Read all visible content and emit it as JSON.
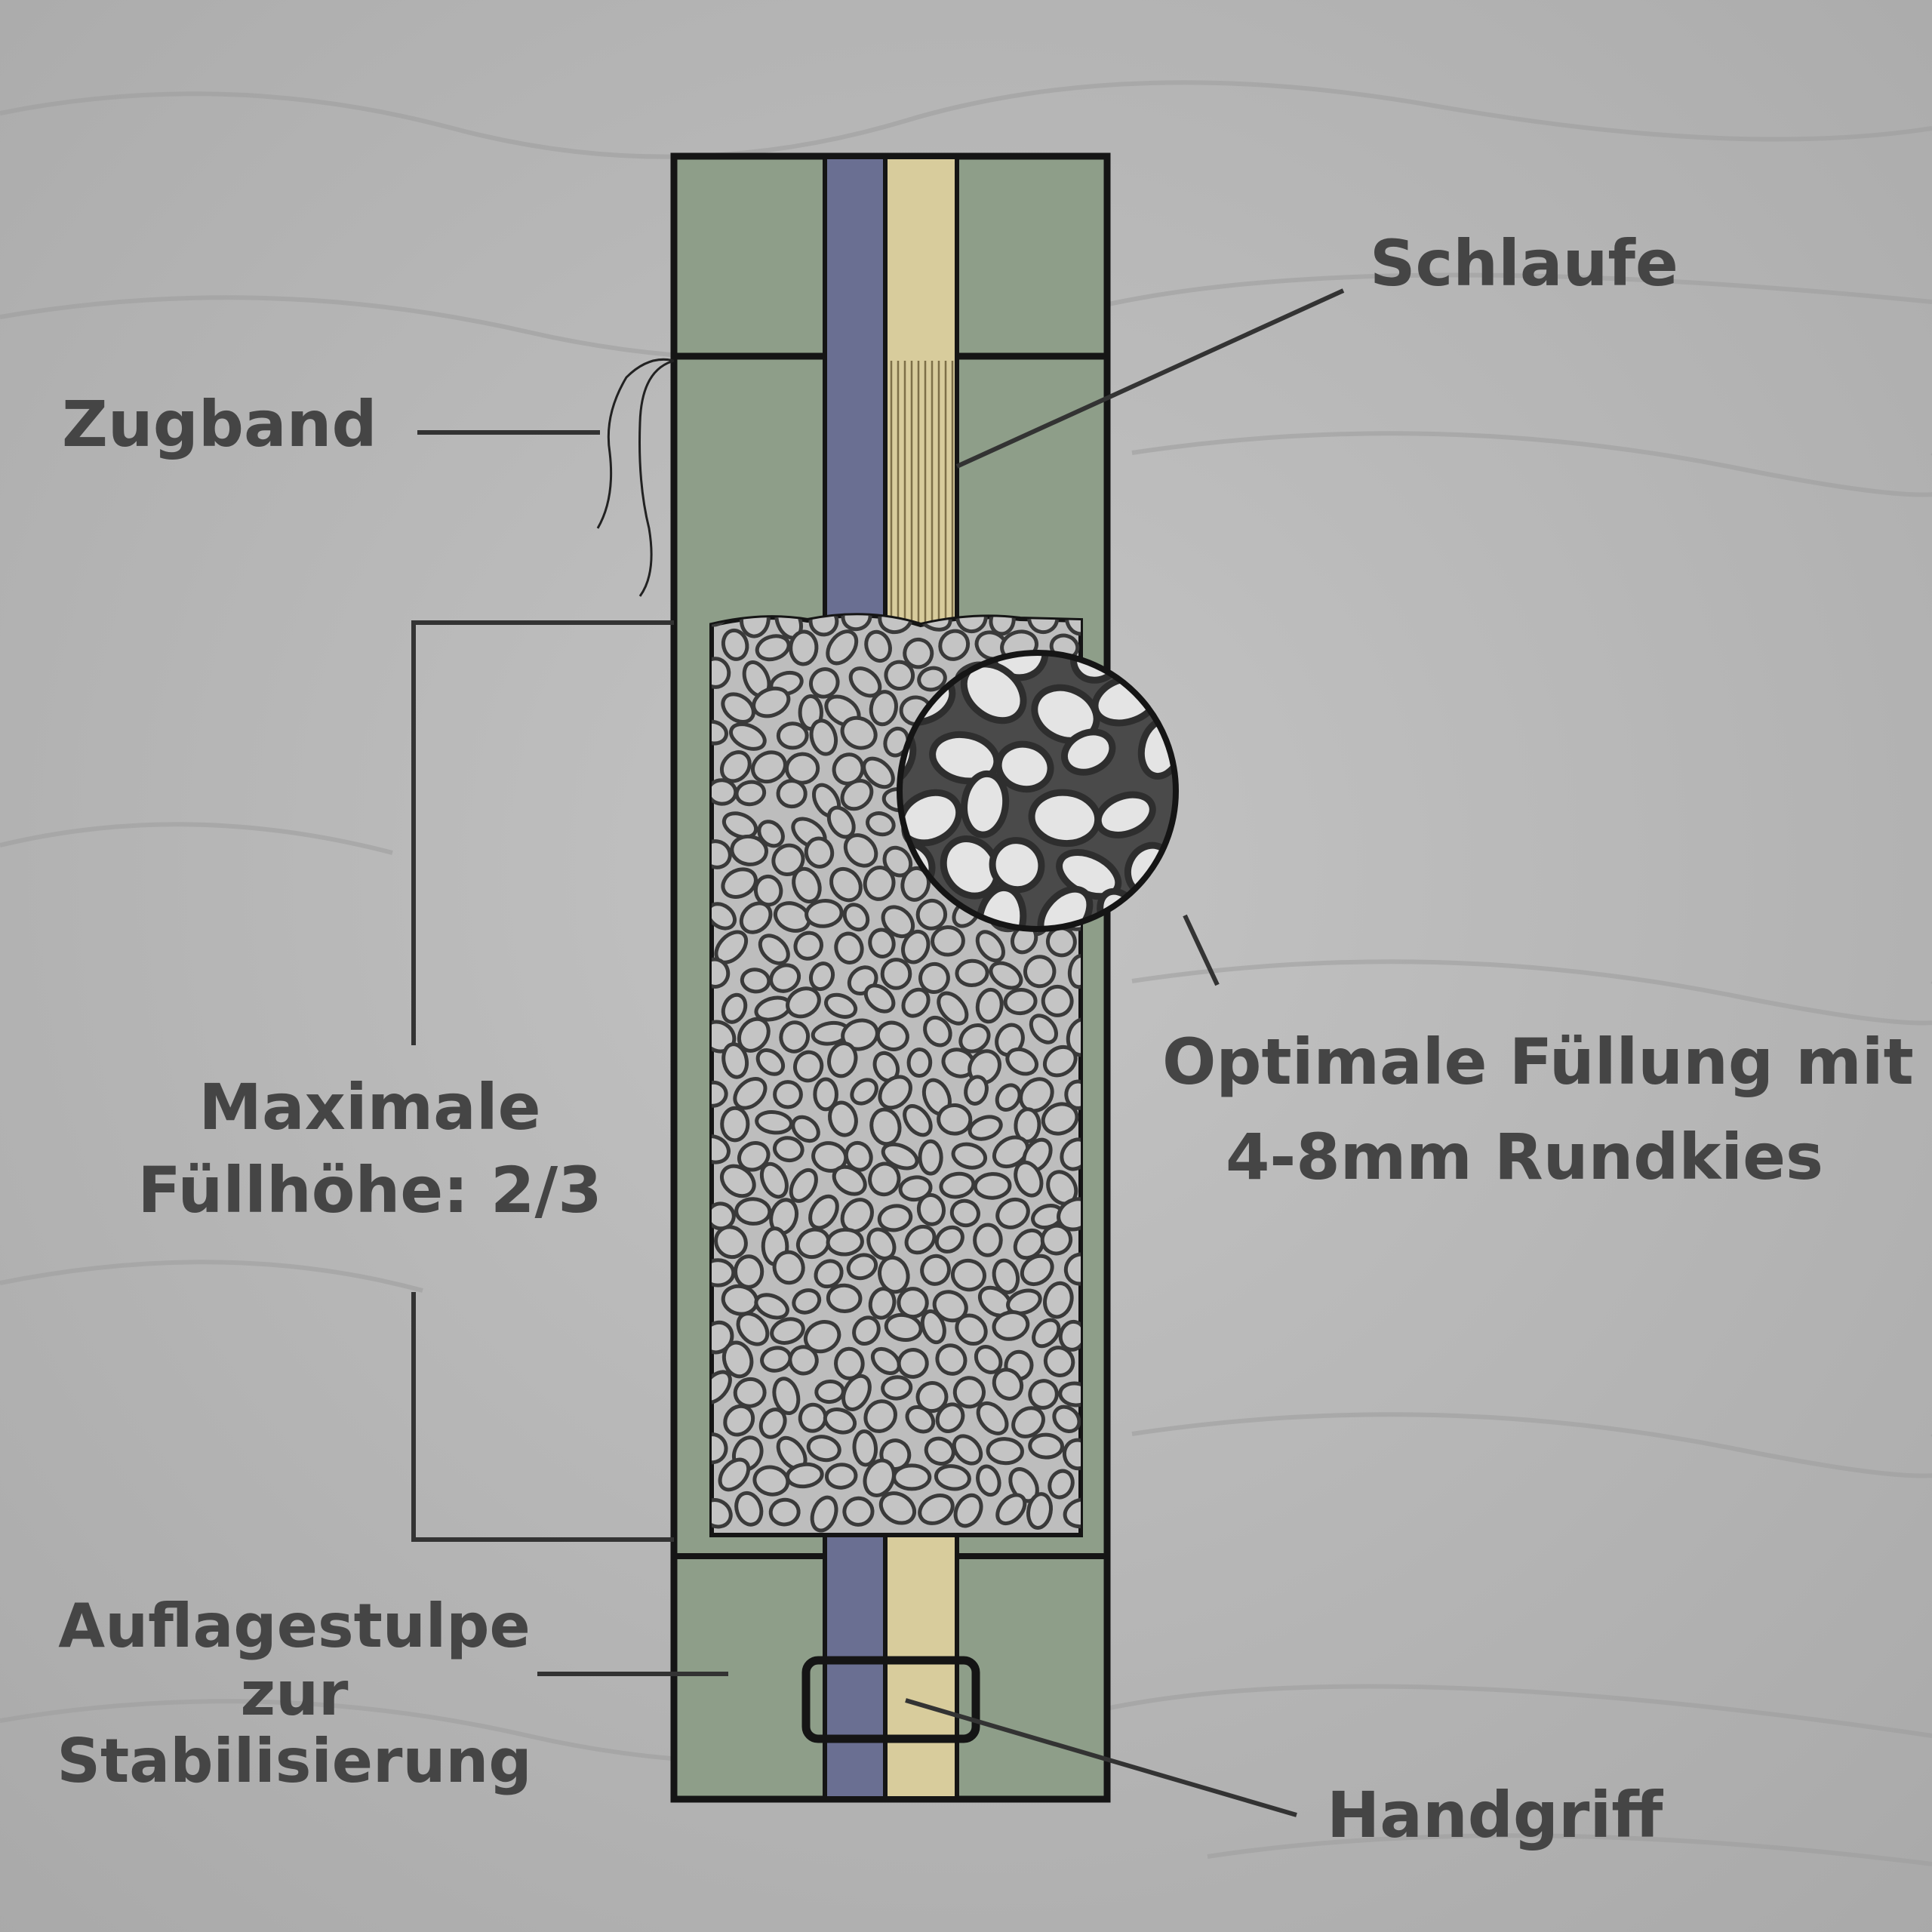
{
  "labels": {
    "schlaufe": "Schlaufe",
    "zugband": "Zugband",
    "fuellhoehe_line1": "Maximale",
    "fuellhoehe_line2": "Füllhöhe: 2/3",
    "fuellung_line1": "Optimale Füllung mit",
    "fuellung_line2": "4-8mm Rundkies",
    "auflage_line1": "Auflagestulpe",
    "auflage_line2": "zur",
    "auflage_line3": "Stabilisierung",
    "handgriff": "Handgriff"
  },
  "colors": {
    "background": "#b8b8b8",
    "bag_fabric": "#8e9e89",
    "strap_blue": "#6a6f92",
    "strap_beige": "#d8cc9c",
    "gravel_fill": "#bdbdbd",
    "gravel_outline": "#3a3a3a",
    "outline": "#151515",
    "text": "#454545"
  }
}
